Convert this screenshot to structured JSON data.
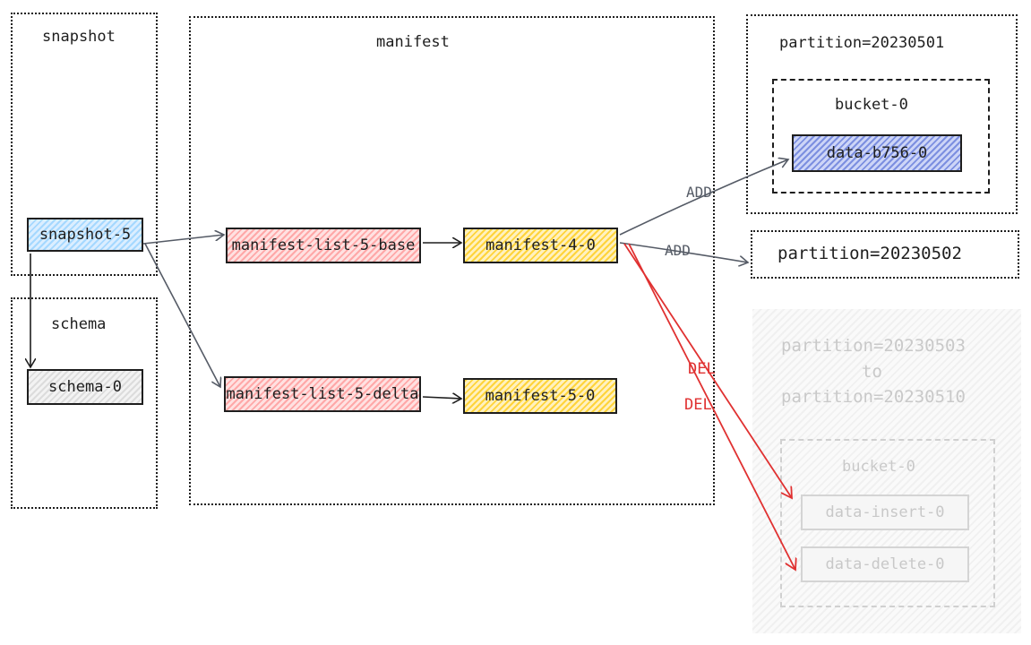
{
  "regions": {
    "snapshot": "snapshot",
    "schema": "schema",
    "manifest": "manifest",
    "partition_1": "partition=20230501",
    "bucket_1": "bucket-0",
    "partition_2": "partition=20230502",
    "partition_range_line1": "partition=20230503",
    "partition_range_line2": "to",
    "partition_range_line3": "partition=20230510",
    "bucket_faded": "bucket-0"
  },
  "nodes": {
    "snapshot_5": "snapshot-5",
    "schema_0": "schema-0",
    "manifest_list_base": "manifest-list-5-base",
    "manifest_list_delta": "manifest-list-5-delta",
    "manifest_4_0": "manifest-4-0",
    "manifest_5_0": "manifest-5-0",
    "data_file": "data-b756-0",
    "data_insert": "data-insert-0",
    "data_delete": "data-delete-0"
  },
  "edges": {
    "add_1": "ADD",
    "add_2": "ADD",
    "del_1": "DEL",
    "del_2": "DEL"
  },
  "colors": {
    "stroke": "#1e1e1e",
    "arrow_gray": "#555b66",
    "del_red": "#e03131",
    "faded": "#cccccc",
    "snapshot_fill": "#a5d8ff",
    "schema_fill": "#dcdcdc",
    "manifest_list_fill": "#ffa8a8",
    "manifest_fill": "#ffd43b",
    "data_fill": "#7c8fe0"
  }
}
